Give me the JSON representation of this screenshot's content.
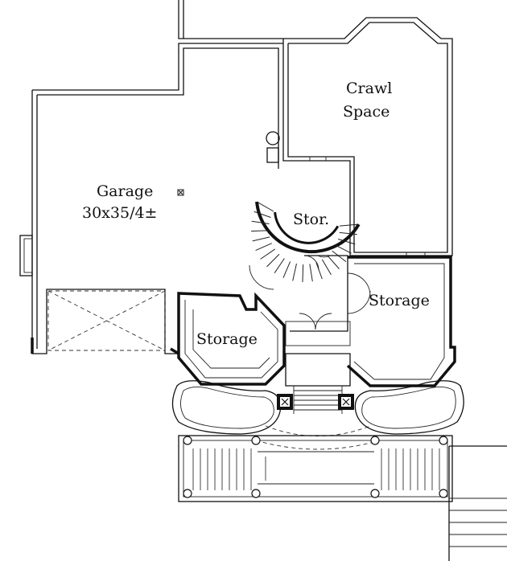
{
  "rooms": {
    "crawl_space": {
      "line1": "Crawl",
      "line2": "Space"
    },
    "garage": {
      "name": "Garage",
      "size": "30x35/4±"
    },
    "stor": {
      "name": "Stor."
    },
    "storage_right": {
      "name": "Storage"
    },
    "storage_left": {
      "name": "Storage"
    }
  },
  "icons": {
    "garage_outlet": "square-x-icon",
    "post_left": "post-icon",
    "post_right": "post-icon"
  }
}
